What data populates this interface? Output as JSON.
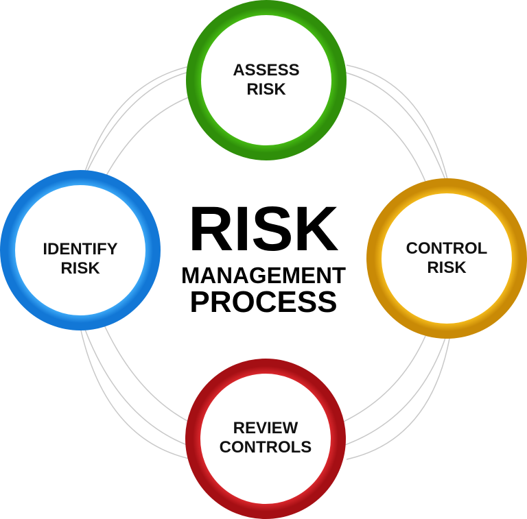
{
  "title": {
    "main": "RISK",
    "line2": "MANAGEMENT",
    "line3": "PROCESS"
  },
  "steps": [
    {
      "line1": "ASSESS",
      "line2": "RISK",
      "color": "#3aa80e"
    },
    {
      "line1": "CONTROL",
      "line2": "RISK",
      "color": "#e0a40c"
    },
    {
      "line1": "REVIEW",
      "line2": "CONTROLS",
      "color": "#c4161c"
    },
    {
      "line1": "IDENTIFY",
      "line2": "RISK",
      "color": "#1f8fe8"
    }
  ],
  "connector_color": "#c8c8c8"
}
